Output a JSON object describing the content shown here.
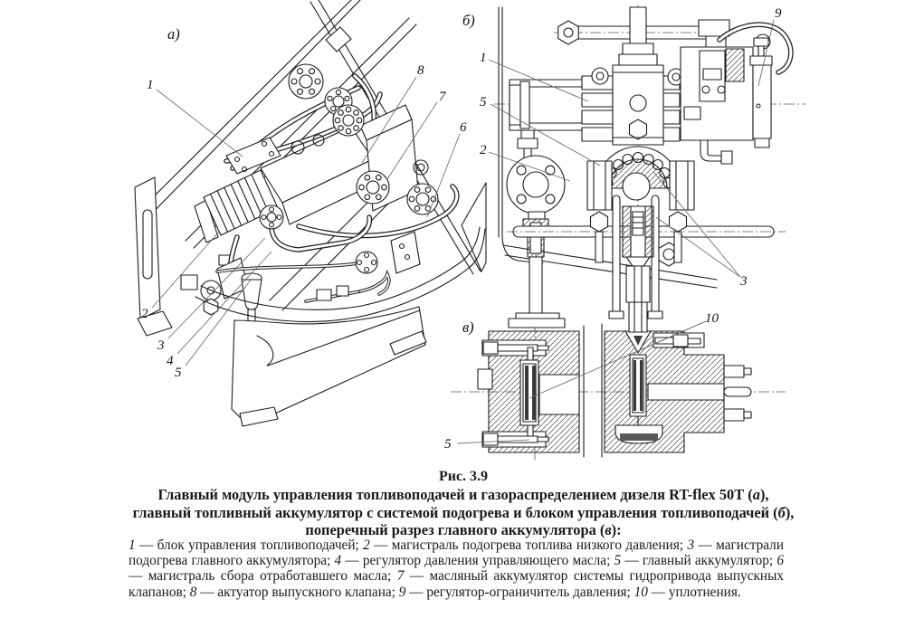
{
  "figure": {
    "number": "Рис. 3.9",
    "caption": {
      "part1": "Главный модуль управления топливоподачей и газораспределением дизеля RT-flex 50Т (",
      "it1": "а",
      "part2": "), главный топливный аккумулятор с системой подогрева и блоком управления топливоподачей (",
      "it2": "б",
      "part3": "), поперечный разрез главного аккумулятора (",
      "it3": "в",
      "part4": "):"
    },
    "legend": [
      {
        "num": "1",
        "text": "блок управления топливоподачей"
      },
      {
        "num": "2",
        "text": "магистраль подогрева топлива низкого давления"
      },
      {
        "num": "3",
        "text": "магистрали подогрева главного аккумулятора"
      },
      {
        "num": "4",
        "text": "регулятор давления управляющего масла"
      },
      {
        "num": "5",
        "text": "главный аккумулятор"
      },
      {
        "num": "6",
        "text": "магистраль сбора отработавшего масла"
      },
      {
        "num": "7",
        "text": "масляный аккумулятор системы гидропривода выпускных клапанов"
      },
      {
        "num": "8",
        "text": "актуатор выпускного клапана"
      },
      {
        "num": "9",
        "text": "регулятор-ограничитель давления"
      },
      {
        "num": "10",
        "text": "уплотнения"
      }
    ]
  },
  "views": {
    "a": {
      "label": "а)"
    },
    "b": {
      "label": "б)"
    },
    "v": {
      "label": "в)"
    }
  },
  "callouts": {
    "a": [
      "1",
      "8",
      "7",
      "6",
      "2",
      "3",
      "4",
      "5"
    ],
    "b": [
      "9",
      "1",
      "5",
      "2",
      "3"
    ],
    "v": [
      "10",
      "5"
    ]
  },
  "colors": {
    "ink": "#1c1c1c",
    "background": "#ffffff"
  }
}
